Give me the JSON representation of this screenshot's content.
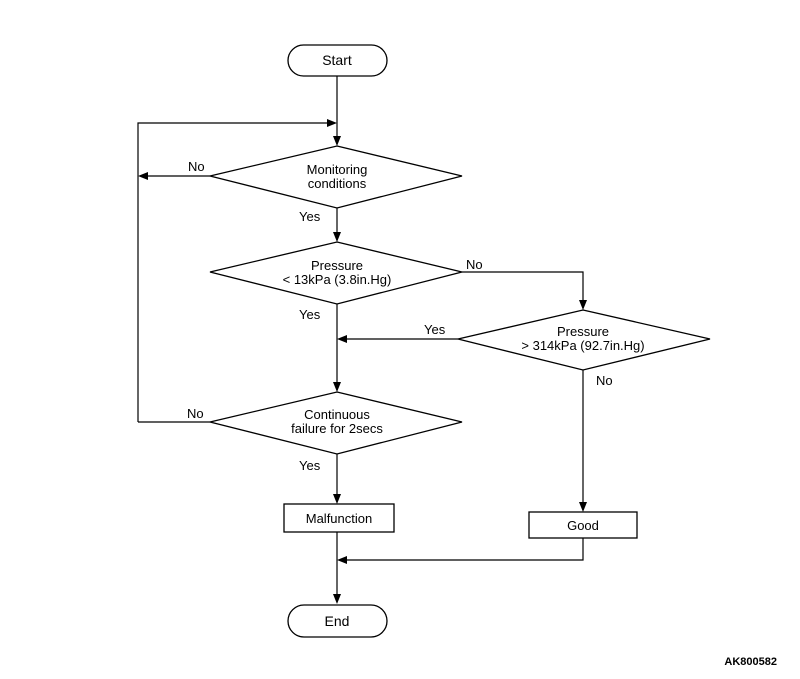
{
  "flowchart": {
    "start_label": "Start",
    "end_label": "End",
    "monitoring": {
      "line1": "Monitoring",
      "line2": "conditions"
    },
    "pressure_low": {
      "line1": "Pressure",
      "line2": "< 13kPa (3.8in.Hg)"
    },
    "pressure_high": {
      "line1": "Pressure",
      "line2": "> 314kPa (92.7in.Hg)"
    },
    "continuous": {
      "line1": "Continuous",
      "line2": "failure for 2secs"
    },
    "malfunction_label": "Malfunction",
    "good_label": "Good",
    "branch_labels": {
      "monitoring_no": "No",
      "monitoring_yes": "Yes",
      "pressure_low_no": "No",
      "pressure_low_yes": "Yes",
      "pressure_high_yes": "Yes",
      "pressure_high_no": "No",
      "continuous_no": "No",
      "continuous_yes": "Yes"
    }
  },
  "reference_code": "AK800582"
}
